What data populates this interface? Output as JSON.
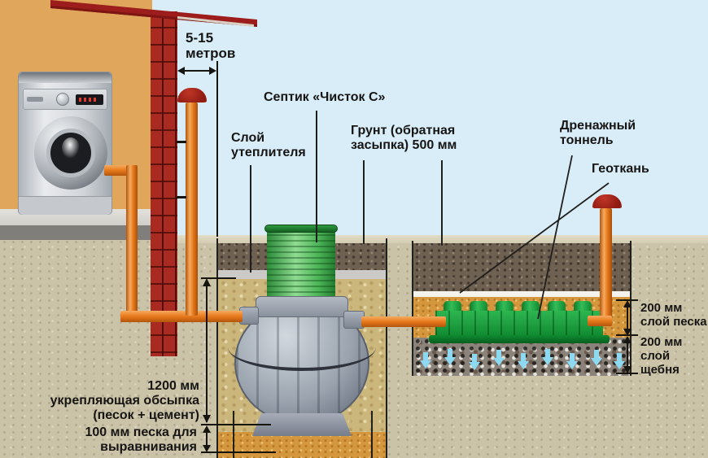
{
  "diagram": {
    "labels": {
      "distance": "5-15\nметров",
      "septic": "Септик «Чисток С»",
      "insulation_layer": "Слой\nутеплителя",
      "backfill": "Грунт (обратная\nзасыпка) 500 мм",
      "drainage_tunnel": "Дренажный\nтоннель",
      "geotextile": "Геоткань",
      "bedding": "1200 мм\nукрепляющая обсыпка\n(песок + цемент)",
      "leveling": "100 мм песка для\nвыравнивания",
      "sand_layer": "200 мм\nслой песка",
      "gravel_layer": "200 мм\nслой щебня"
    },
    "colors": {
      "sky": "#d9edf8",
      "house_wall": "#e0a75c",
      "roof": "#9c1d1b",
      "brick": "#a92a20",
      "pipe_orange": "#e87a1c",
      "vent_cap_red": "#8f1b12",
      "riser_green": "#4db558",
      "tunnel_green": "#0f8a30",
      "tank_gray": "#9aa3ae",
      "ground_tan": "#cbc3a8",
      "soil_brown": "#6f6152",
      "sand_fill": "#cbb67c",
      "sand_bed_orange": "#d4973e",
      "gravel_gray": "#8b837a",
      "geotextile_white": "#f4f3ee",
      "insulation_gray": "#cbcac6",
      "seep_arrow_blue": "#8ed9f2",
      "text": "#161514"
    }
  }
}
